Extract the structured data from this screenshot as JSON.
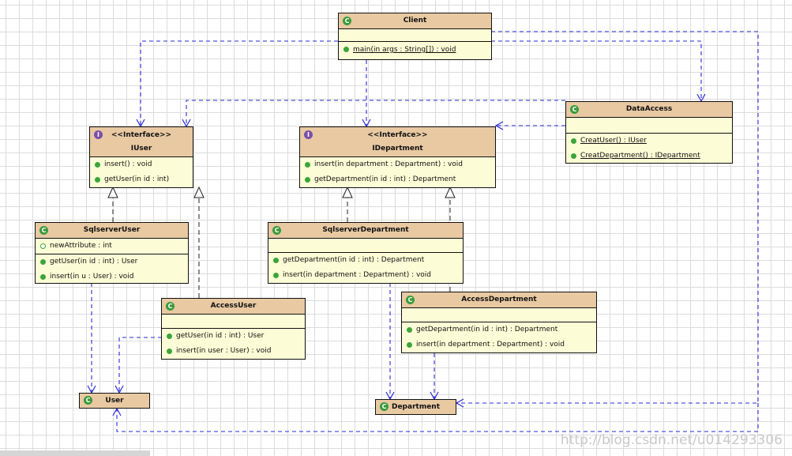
{
  "classes": {
    "client": {
      "name": "Client",
      "ops": [
        "main(in args : String[]) : void"
      ]
    },
    "iuser": {
      "stereotype": "<<Interface>>",
      "name": "IUser",
      "ops": [
        "insert() : void",
        "getUser(in id : int)"
      ]
    },
    "idepartment": {
      "stereotype": "<<Interface>>",
      "name": "IDepartment",
      "ops": [
        "insert(in department : Department) : void",
        "getDepartment(in id : int) : Department"
      ]
    },
    "dataaccess": {
      "name": "DataAccess",
      "ops": [
        "CreatUser() : IUser",
        "CreatDepartment() : IDepartment"
      ]
    },
    "sqlserveruser": {
      "name": "SqlserverUser",
      "attrs": [
        "newAttribute : int"
      ],
      "ops": [
        "getUser(in id : int) : User",
        "insert(in u : User) : void"
      ]
    },
    "accessuser": {
      "name": "AccessUser",
      "ops": [
        "getUser(in id : int) : User",
        "insert(in user : User) : void"
      ]
    },
    "sqlserverdepartment": {
      "name": "SqlserverDepartment",
      "ops": [
        "getDepartment(in id : int) : Department",
        "insert(in department : Department) : void"
      ]
    },
    "accessdepartment": {
      "name": "AccessDepartment",
      "ops": [
        "getDepartment(in id : int) : Department",
        "insert(in department : Department) : void"
      ]
    },
    "user": {
      "name": "User"
    },
    "department": {
      "name": "Department"
    }
  },
  "badges": {
    "class": "C",
    "interface": "I"
  },
  "watermark": "http://blog.csdn.net/u014293306",
  "colors": {
    "header": "#e8c9a2",
    "body": "#fcfcd6",
    "dependency": "#2a2ad6",
    "method": "#3aa53a",
    "interface_badge": "#7a4fa8"
  }
}
